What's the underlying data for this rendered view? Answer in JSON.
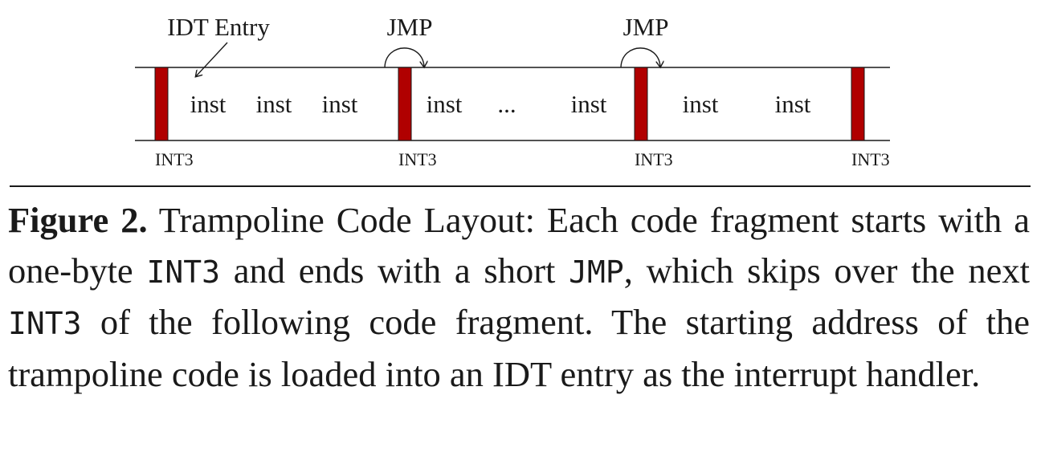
{
  "diagram": {
    "idt_entry_label": "IDT Entry",
    "jmp_labels": [
      "JMP",
      "JMP"
    ],
    "int3_label": "INT3",
    "int3_labels": [
      "INT3",
      "INT3",
      "INT3",
      "INT3"
    ],
    "inst_labels": [
      "inst",
      "inst",
      "inst",
      "inst",
      "...",
      "inst",
      "inst",
      "inst"
    ],
    "colors": {
      "int3_bar": "#b00000",
      "line": "#1a1a1a"
    }
  },
  "caption": {
    "label": "Figure 2.",
    "title": " Trampoline Code Layout: Each code fragment starts with a one-byte ",
    "code1": "INT3",
    "text2": " and ends with a short ",
    "code2": "JMP",
    "text3": ", which skips over the next ",
    "code3": "INT3",
    "text4": " of the following code fragment. The starting address of the trampoline code is loaded into an IDT entry as the interrupt handler."
  }
}
